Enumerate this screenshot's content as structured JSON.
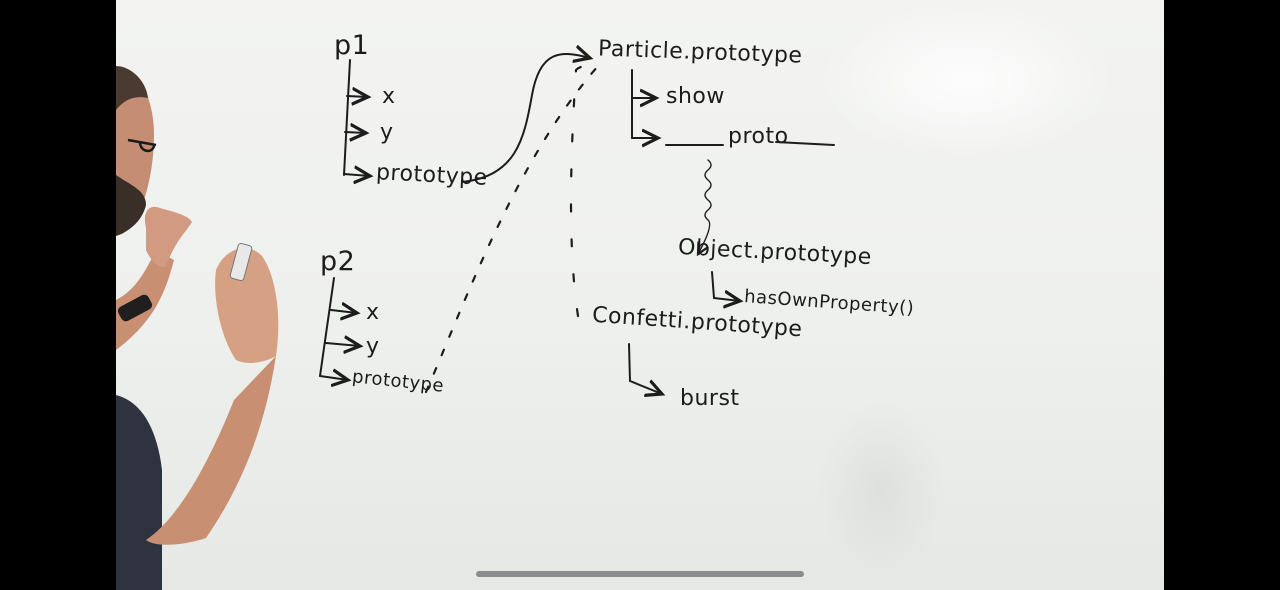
{
  "diagram": {
    "p1": {
      "name": "p1",
      "props": [
        "x",
        "y",
        "prototype"
      ]
    },
    "p2": {
      "name": "p2",
      "props": [
        "x",
        "y",
        "prototype"
      ]
    },
    "particle": {
      "name": "Particle.prototype",
      "props": [
        "show",
        "proto"
      ]
    },
    "object": {
      "name": "Object.prototype",
      "props": [
        "hasOwnProperty()"
      ]
    },
    "confetti": {
      "name": "Confetti.prototype",
      "props": [
        "burst"
      ]
    }
  },
  "colors": {
    "ink": "#1c1c1c",
    "board": "#f1f2f0",
    "letterbox": "#000000",
    "scrubber": "#8a8c8e"
  },
  "video": {
    "progress": 0.0
  }
}
